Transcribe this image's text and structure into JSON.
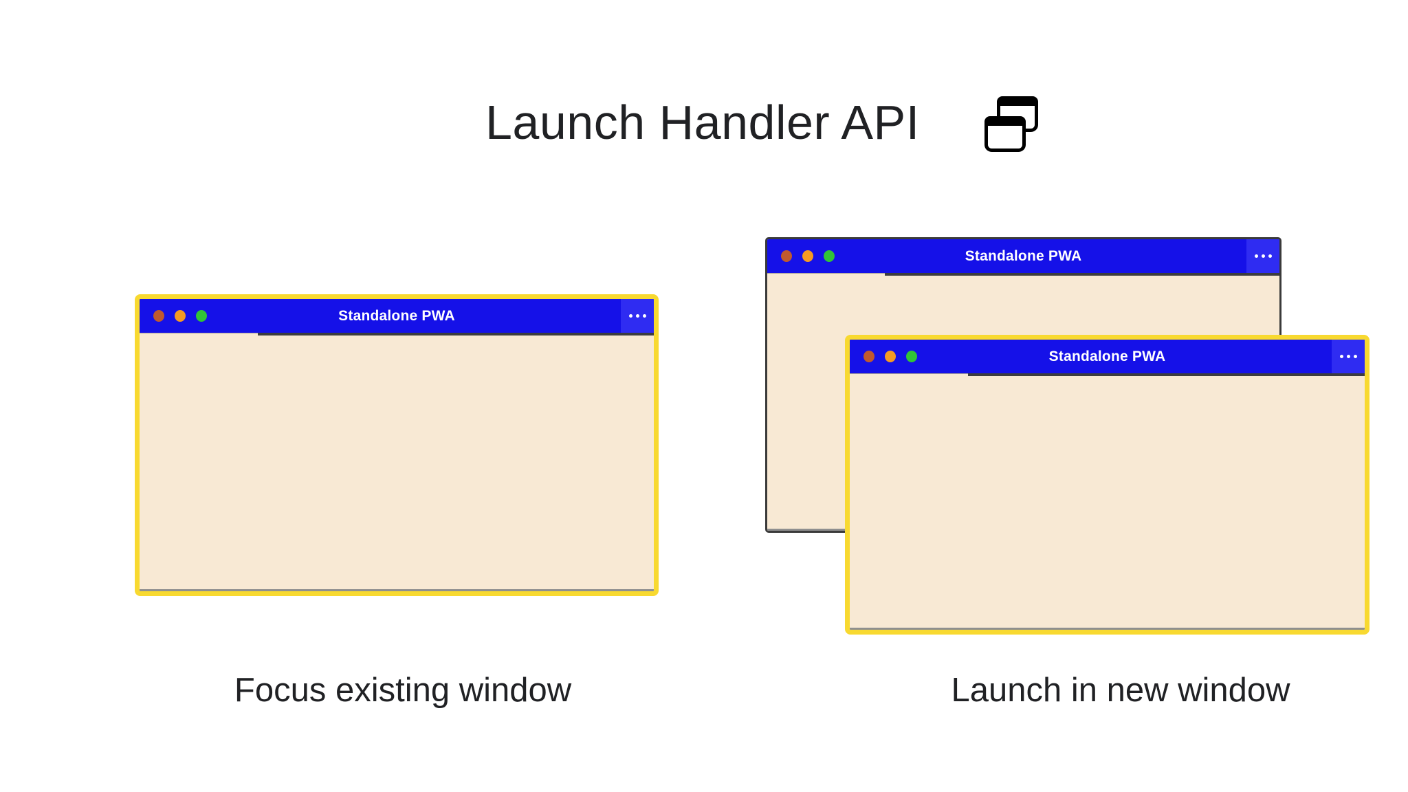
{
  "header": {
    "title": "Launch Handler API",
    "icon": "overlapping-windows-icon"
  },
  "window_chrome": {
    "title": "Standalone PWA",
    "traffic_lights": [
      {
        "name": "close-button",
        "color": "#c05a2e"
      },
      {
        "name": "minimize-button",
        "color": "#f59b23"
      },
      {
        "name": "maximize-button",
        "color": "#31c437"
      }
    ],
    "menu_icon": "ellipsis-icon"
  },
  "panels": [
    {
      "id": "focus-existing",
      "caption": "Focus existing window",
      "windows": 1,
      "window_border_color": "#f8d930"
    },
    {
      "id": "launch-new",
      "caption": "Launch in new window",
      "windows": 2,
      "back_window_border_color": "#3a3a3a",
      "front_window_border_color": "#f8d930"
    }
  ],
  "colors": {
    "titlebar_blue": "#1511e8",
    "titlebar_menu_blue": "#2f2cf2",
    "window_body_cream": "#f8e9d4",
    "highlight_yellow": "#f8d930",
    "back_window_border": "#3a3a3a",
    "text": "#202124"
  }
}
